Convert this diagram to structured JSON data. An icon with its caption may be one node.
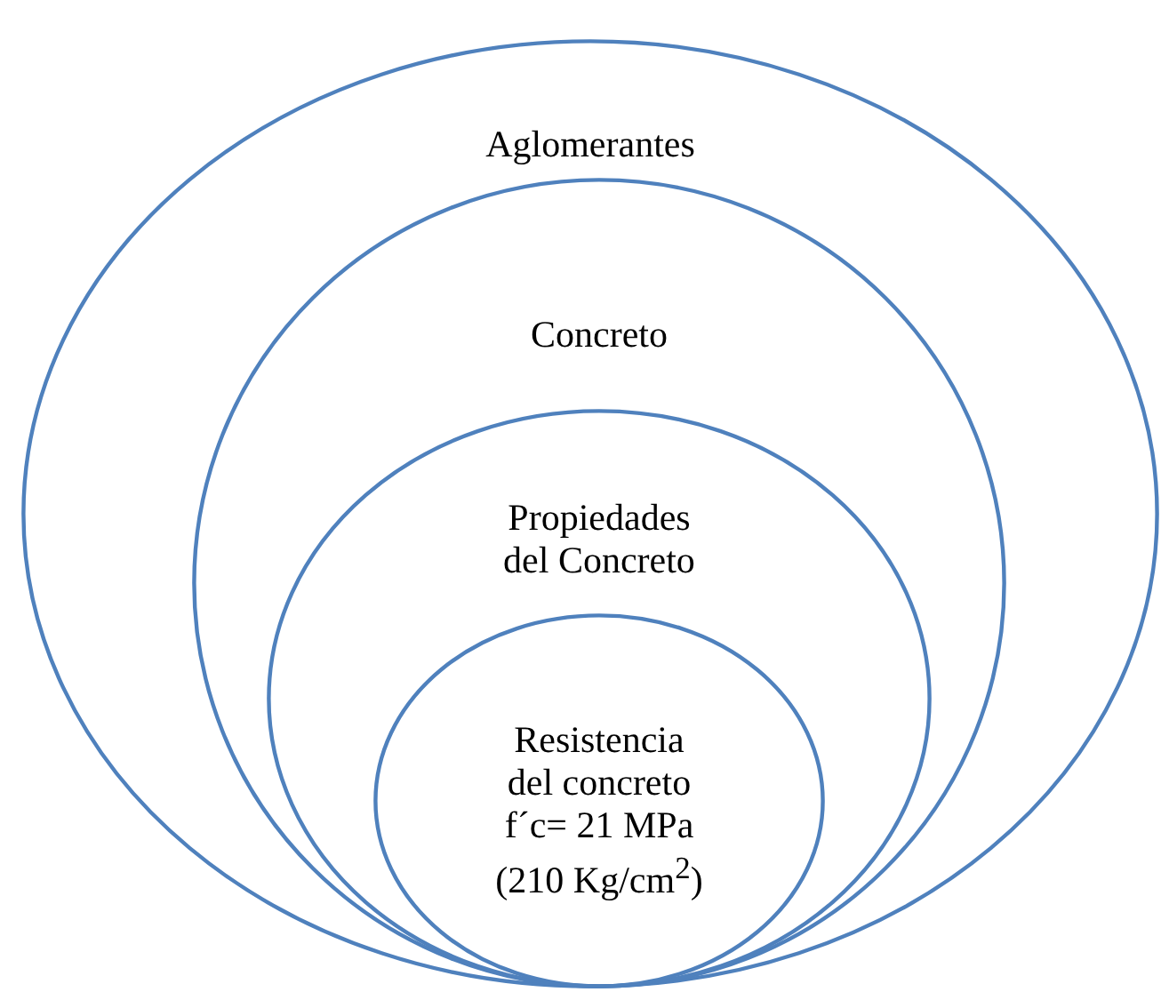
{
  "diagram": {
    "nodes": [
      {
        "text": [
          "Aglomerantes"
        ]
      },
      {
        "text": [
          "Concreto"
        ],
        "in": 0
      },
      {
        "text": [
          "Propiedades del Concreto"
        ],
        "in": 1
      },
      {
        "text": [
          "Resistencia del concreto f´c= 21 MPa (210 Kg/cm$^{2}$)"
        ],
        "in": 2
      }
    ]
  }
}
